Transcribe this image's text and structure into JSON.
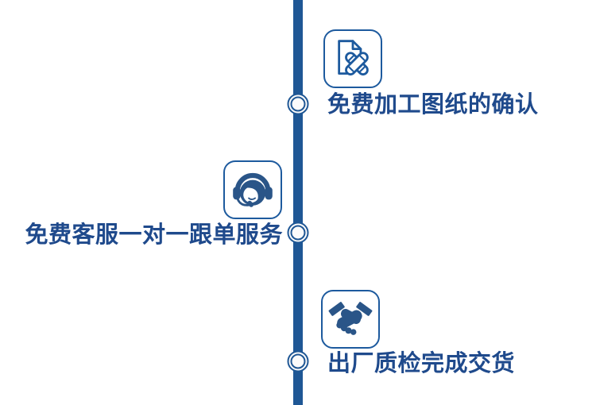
{
  "colors": {
    "background": "#ffffff",
    "line": "#1f5795",
    "node_ring": "#1f5795",
    "node_fill": "#fbfbfb",
    "icon_stroke": "#1d5a9e",
    "icon_fill": "#2a5588",
    "text": "#1f4a8c"
  },
  "timeline": {
    "orientation": "vertical",
    "steps": [
      {
        "label": "免费加工图纸的确认",
        "icon": "drawing-document-icon",
        "side": "right"
      },
      {
        "label": "免费客服一对一跟单服务",
        "icon": "customer-service-headset-icon",
        "side": "left"
      },
      {
        "label": "出厂质检完成交货",
        "icon": "handshake-icon",
        "side": "right"
      }
    ]
  }
}
